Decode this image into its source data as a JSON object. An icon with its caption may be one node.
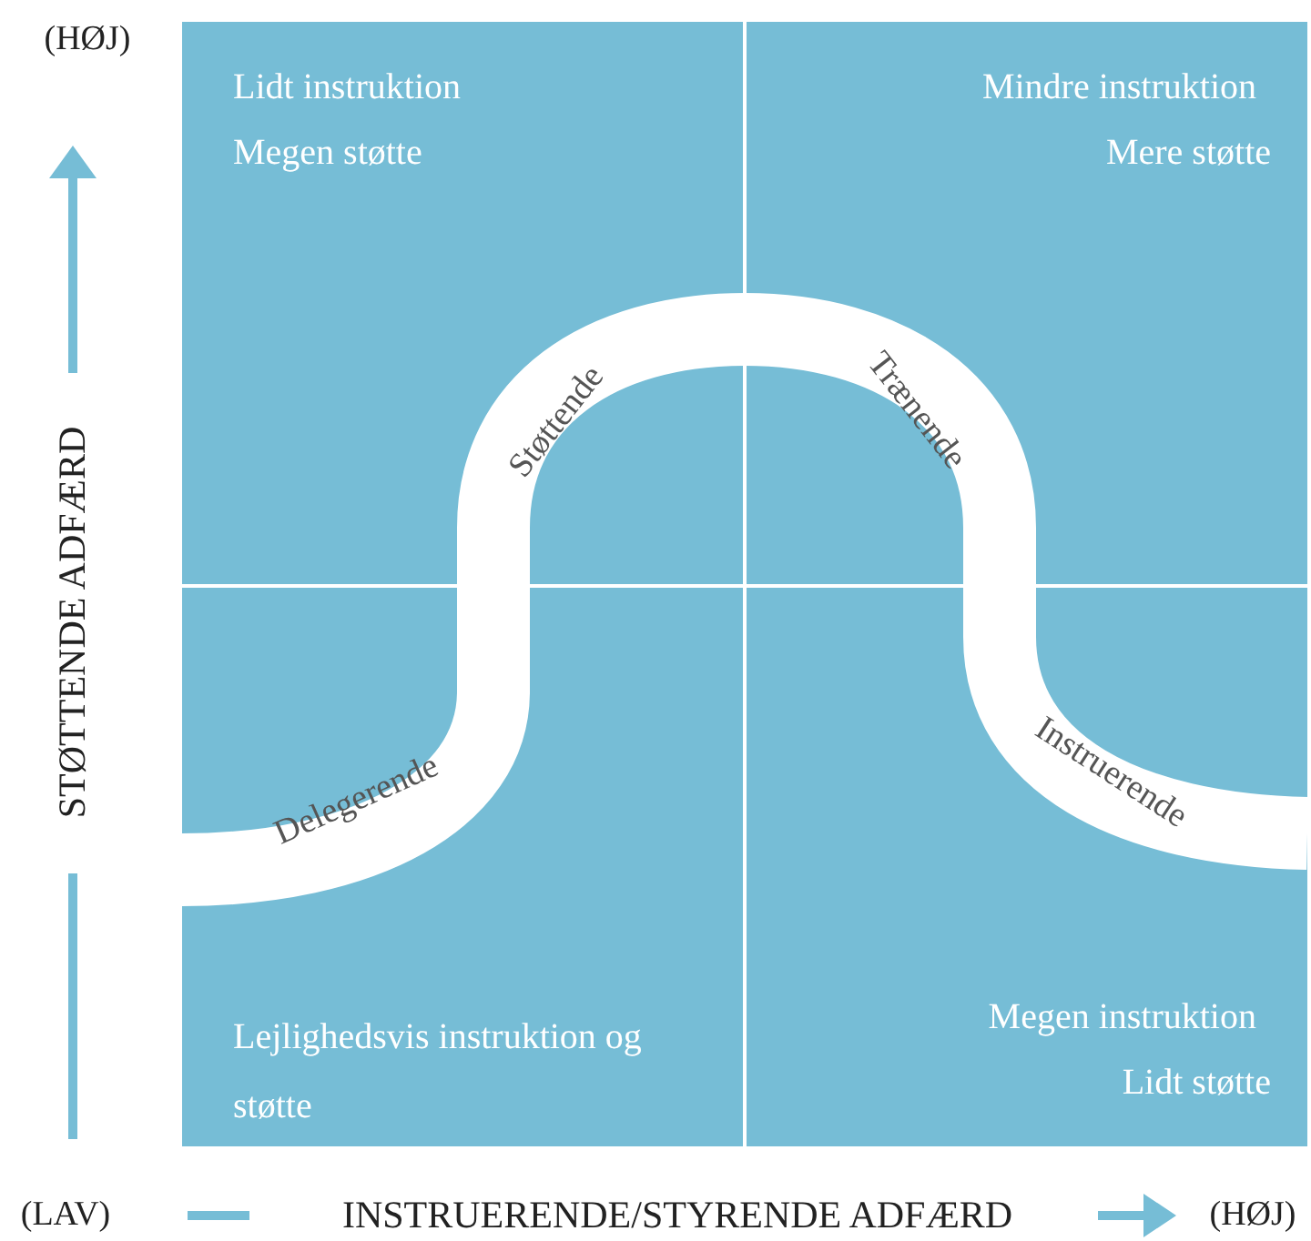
{
  "diagram": {
    "nodes": [
      {
        "text": [
          "Lidt instruktion",
          "Megen støtte"
        ]
      },
      {
        "text": [
          "Mindre instruktion",
          "Mere støtte"
        ]
      },
      {
        "text": [
          "Lejlighedsvis instruktion og støtte"
        ]
      },
      {
        "text": [
          "Megen instruktion",
          "Lidt støtte"
        ]
      }
    ],
    "labels": [
      "(HØJ)",
      "STØTTENDE ADFÆRD",
      "Støttende",
      "Trænende",
      "Delegerende",
      "Instruerende",
      "(LAV)",
      "INSTRUERENDE/STYRENDE ADFÆRD",
      "(HØJ)"
    ]
  }
}
